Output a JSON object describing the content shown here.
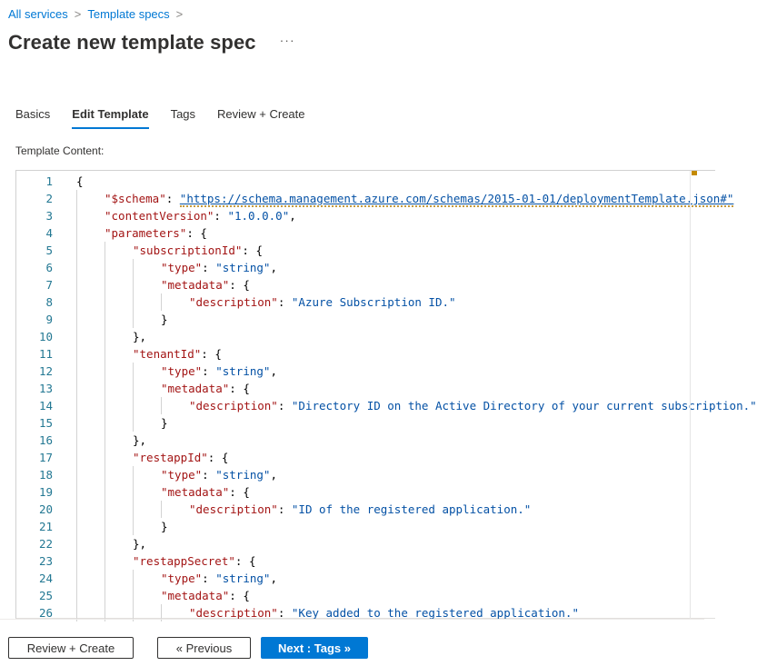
{
  "breadcrumb": {
    "items": [
      "All services",
      "Template specs"
    ],
    "separator": ">"
  },
  "header": {
    "title": "Create new template spec",
    "more_label": "···"
  },
  "tabs": [
    {
      "label": "Basics",
      "active": false
    },
    {
      "label": "Edit Template",
      "active": true
    },
    {
      "label": "Tags",
      "active": false
    },
    {
      "label": "Review + Create",
      "active": false
    }
  ],
  "editor": {
    "label": "Template Content:",
    "lines": [
      {
        "n": "1"
      },
      {
        "n": "2"
      },
      {
        "n": "3"
      },
      {
        "n": "4"
      },
      {
        "n": "5"
      },
      {
        "n": "6"
      },
      {
        "n": "7"
      },
      {
        "n": "8"
      },
      {
        "n": "9"
      },
      {
        "n": "10"
      },
      {
        "n": "11"
      },
      {
        "n": "12"
      },
      {
        "n": "13"
      },
      {
        "n": "14"
      },
      {
        "n": "15"
      },
      {
        "n": "16"
      },
      {
        "n": "17"
      },
      {
        "n": "18"
      },
      {
        "n": "19"
      },
      {
        "n": "20"
      },
      {
        "n": "21"
      },
      {
        "n": "22"
      },
      {
        "n": "23"
      },
      {
        "n": "24"
      },
      {
        "n": "25"
      },
      {
        "n": "26"
      }
    ],
    "tokens": {
      "schema_key": "\"$schema\"",
      "schema_url": "\"https://schema.management.azure.com/schemas/2015-01-01/deploymentTemplate.json#\"",
      "contentVersion_key": "\"contentVersion\"",
      "contentVersion_val": "\"1.0.0.0\"",
      "parameters_key": "\"parameters\"",
      "subscriptionId_key": "\"subscriptionId\"",
      "tenantId_key": "\"tenantId\"",
      "restappId_key": "\"restappId\"",
      "restappSecret_key": "\"restappSecret\"",
      "type_key": "\"type\"",
      "string_val": "\"string\"",
      "metadata_key": "\"metadata\"",
      "description_key": "\"description\"",
      "desc_subscription": "\"Azure Subscription ID.\"",
      "desc_tenant": "\"Directory ID on the Active Directory of your current subscription.\"",
      "desc_restapp": "\"ID of the registered application.\"",
      "desc_secret": "\"Key added to the registered application.\""
    },
    "colors": {
      "key": "#a31515",
      "string": "#0451a5",
      "line_number": "#237893",
      "warning": "#c48a00"
    }
  },
  "footer": {
    "review_create_label": "Review + Create",
    "previous_label": "« Previous",
    "next_label": "Next : Tags »"
  },
  "colors": {
    "accent": "#0078d4",
    "text": "#323130"
  }
}
